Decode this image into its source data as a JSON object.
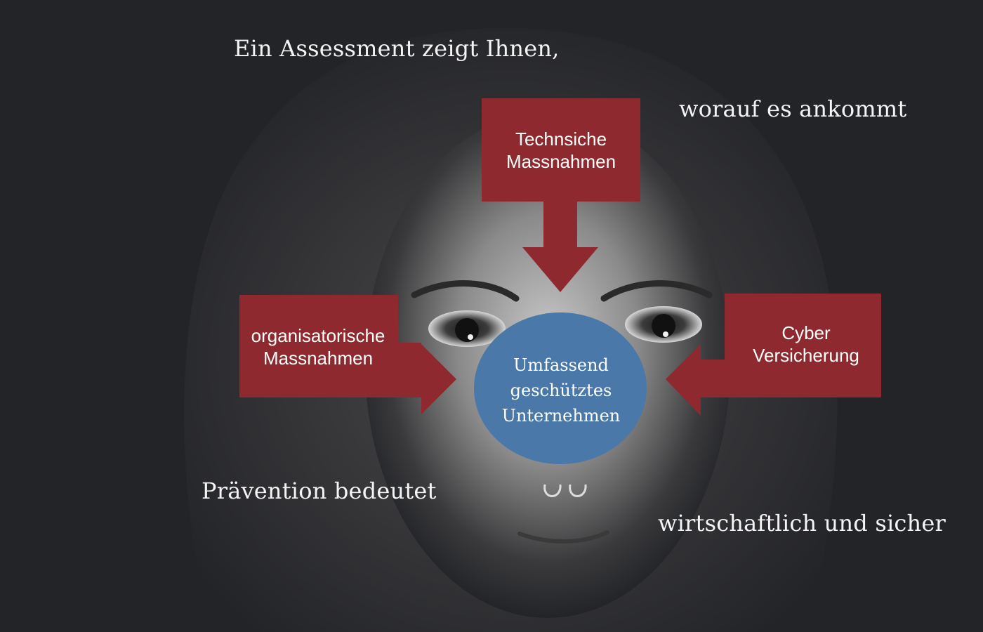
{
  "captions": {
    "top_left": "Ein Assessment zeigt Ihnen,",
    "top_right": "worauf es ankommt",
    "bottom_left": "Prävention bedeutet",
    "bottom_right": "wirtschaftlich und sicher"
  },
  "boxes": {
    "technical": {
      "line1": "Technsiche",
      "line2": "Massnahmen"
    },
    "organizational": {
      "line1": "organisatorische",
      "line2": "Massnahmen"
    },
    "cyber": {
      "line1": "Cyber",
      "line2": "Versicherung"
    }
  },
  "center": {
    "line1": "Umfassend",
    "line2": "geschütztes",
    "line3": "Unternehmen"
  },
  "colors": {
    "arrow_fill": "#8e2a2f",
    "center_fill": "#4a78a8",
    "background": "#232428",
    "text": "#ffffff"
  }
}
